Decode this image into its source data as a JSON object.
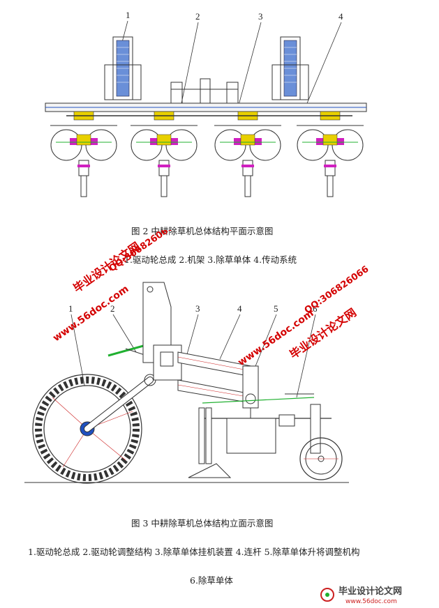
{
  "figure2": {
    "callouts": [
      "1",
      "2",
      "3",
      "4"
    ],
    "caption": "图 2    中耕除草机总体结构平面示意图",
    "legend": "1.驱动轮总成  2.机架  3.除草单体  4.传动系统"
  },
  "figure3": {
    "callouts": [
      "1",
      "2",
      "3",
      "4",
      "5",
      "6"
    ],
    "caption": "图 3    中耕除草机总体结构立面示意图",
    "legend_line1": "1.驱动轮总成  2.驱动轮调整结构  3.除草单体挂机装置  4.连杆  5.除草单体升将调整机构",
    "legend_line2": "6.除草单体"
  },
  "watermarks": {
    "brand": "毕业设计论文网",
    "site": "www.56doc.com",
    "qq": "QQ:306826066",
    "footer_brand": "毕业设计论文网",
    "footer_site": "www.56doc.com"
  },
  "colors": {
    "outline": "#333333",
    "accent_yellow": "#e8d000",
    "accent_magenta": "#d020c0",
    "accent_green": "#20b030",
    "accent_red": "#cc2020",
    "accent_blue": "#2050c0",
    "watermark": "#d40000"
  }
}
